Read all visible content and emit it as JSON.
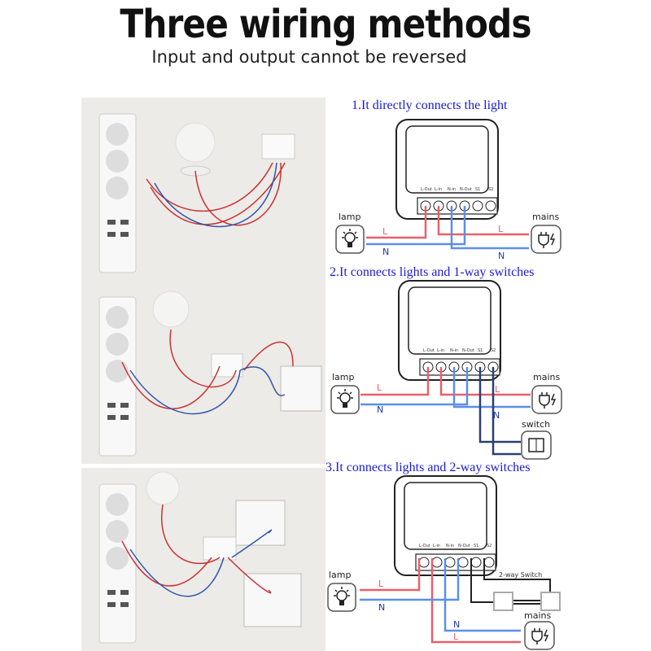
{
  "header": {
    "title": "Three wiring methods",
    "subtitle": "Input and output cannot be reversed"
  },
  "terminals": [
    "L-Out",
    "L-in",
    "N-in",
    "N-Out",
    "S1",
    "S2"
  ],
  "colors": {
    "live": "#e8606a",
    "neutral": "#5b8fe8",
    "switch_wire": "#2a4070",
    "heading": "#1a1ad8"
  },
  "methods": [
    {
      "heading": "1.It directly connects the light",
      "lamp": "lamp",
      "mains": "mains",
      "L": "L",
      "N": "N"
    },
    {
      "heading": "2.It connects lights and 1-way switches",
      "lamp": "lamp",
      "mains": "mains",
      "switch": "switch",
      "L": "L",
      "N": "N"
    },
    {
      "heading": "3.It connects lights and 2-way switches",
      "lamp": "lamp",
      "mains": "mains",
      "switch": "2-way Switch",
      "L": "L",
      "N": "N"
    }
  ]
}
